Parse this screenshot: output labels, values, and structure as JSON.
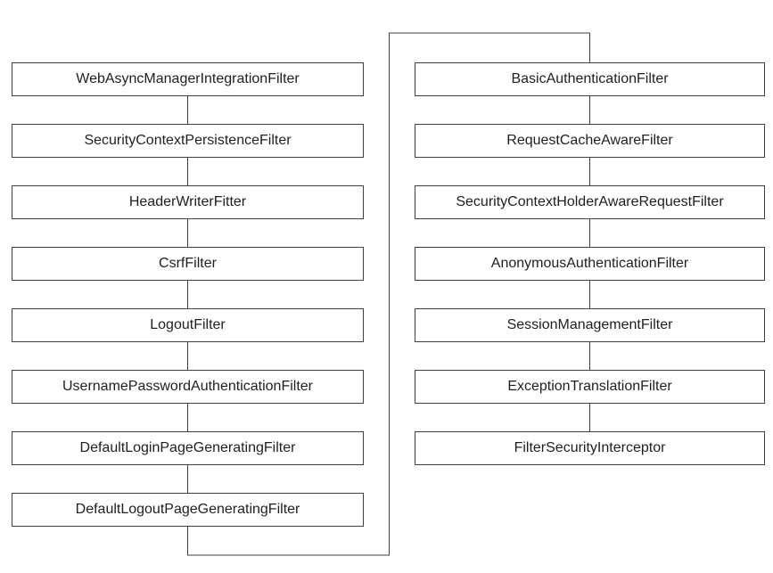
{
  "diagram": {
    "line_color": "#3f3f3f",
    "left_column": [
      "WebAsyncManagerIntegrationFilter",
      "SecurityContextPersistenceFilter",
      "HeaderWriterFitter",
      "CsrfFilter",
      "LogoutFilter",
      "UsernamePasswordAuthenticationFilter",
      "DefaultLoginPageGeneratingFilter",
      "DefaultLogoutPageGeneratingFilter"
    ],
    "right_column": [
      "BasicAuthenticationFilter",
      "RequestCacheAwareFilter",
      "SecurityContextHolderAwareRequestFilter",
      "AnonymousAuthenticationFilter",
      "SessionManagementFilter",
      "ExceptionTranslationFilter",
      "FilterSecurityInterceptor"
    ]
  }
}
